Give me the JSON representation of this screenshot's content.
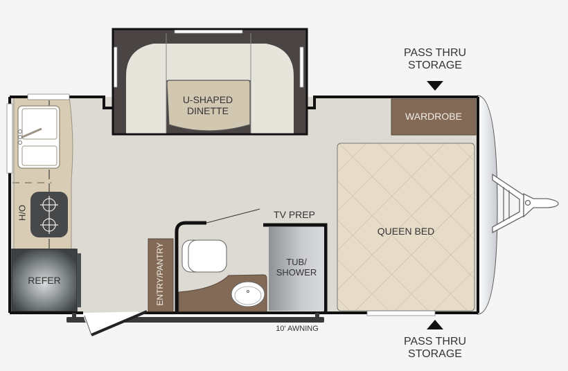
{
  "floorplan": {
    "labels": {
      "dinette": [
        "U-SHAPED",
        "DINETTE"
      ],
      "wardrobe": "WARDROBE",
      "queen_bed": "QUEEN BED",
      "oh": "O/H",
      "refer": "REFER",
      "entry_pantry": "ENTRY/PANTRY",
      "tv_prep": "TV PREP",
      "tub_shower": [
        "TUB/",
        "SHOWER"
      ],
      "awning": "10' AWNING",
      "pass_thru_top": [
        "PASS THRU",
        "STORAGE"
      ],
      "pass_thru_bottom": [
        "PASS THRU",
        "STORAGE"
      ]
    },
    "colors": {
      "background": "#f5f5f5",
      "floor": "#dcdad3",
      "wall": "#111111",
      "counter": "#d8cdb4",
      "cabinet_brown": "#826a56",
      "dinette_frame": "#4a4444",
      "dinette_seat": "#e6e5dc",
      "dinette_table": "#d2c8b2",
      "bed": "#e6dcc8",
      "refer_dark": "#3f4447",
      "shower_gray": "#b4b7bb",
      "window": "#ffffff"
    }
  }
}
